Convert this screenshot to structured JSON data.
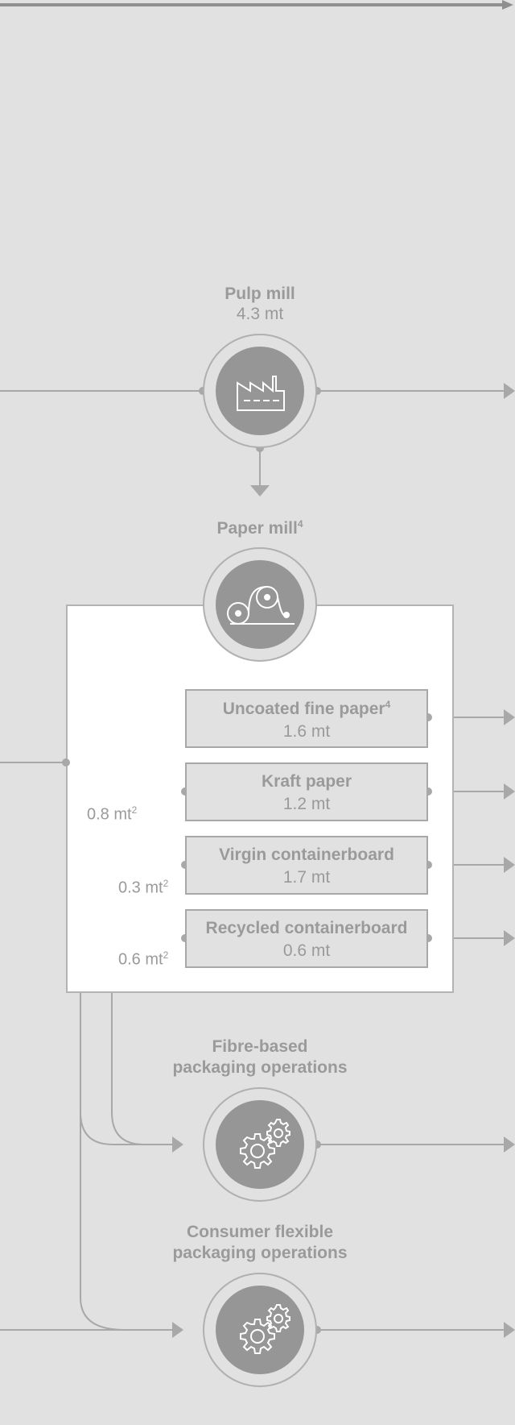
{
  "nodes": {
    "pulp_mill": {
      "title": "Pulp mill",
      "value": "4.3 mt"
    },
    "paper_mill": {
      "title": "Paper mill",
      "sup": "4"
    },
    "fibre_packaging": {
      "title_line1": "Fibre-based",
      "title_line2": "packaging operations"
    },
    "consumer_packaging": {
      "title_line1": "Consumer flexible",
      "title_line2": "packaging operations"
    }
  },
  "products": [
    {
      "title": "Uncoated fine paper",
      "sup": "4",
      "value": "1.6 mt"
    },
    {
      "title": "Kraft paper",
      "sup": "",
      "value": "1.2 mt"
    },
    {
      "title": "Virgin containerboard",
      "sup": "",
      "value": "1.7 mt"
    },
    {
      "title": "Recycled containerboard",
      "sup": "",
      "value": "0.6 mt"
    }
  ],
  "flows": [
    {
      "value": "0.8 mt",
      "sup": "2"
    },
    {
      "value": "0.3 mt",
      "sup": "2"
    },
    {
      "value": "0.6 mt",
      "sup": "2"
    }
  ],
  "icons": {
    "pulp_mill": "factory-icon",
    "paper_mill": "paper-rollers-icon",
    "fibre_packaging": "gears-icon",
    "consumer_packaging": "gears-icon"
  },
  "colors": {
    "background": "#e1e1e1",
    "line": "#a8a8a8",
    "node_fill": "#969696",
    "text": "#9a9a9a",
    "panel": "#ffffff"
  }
}
